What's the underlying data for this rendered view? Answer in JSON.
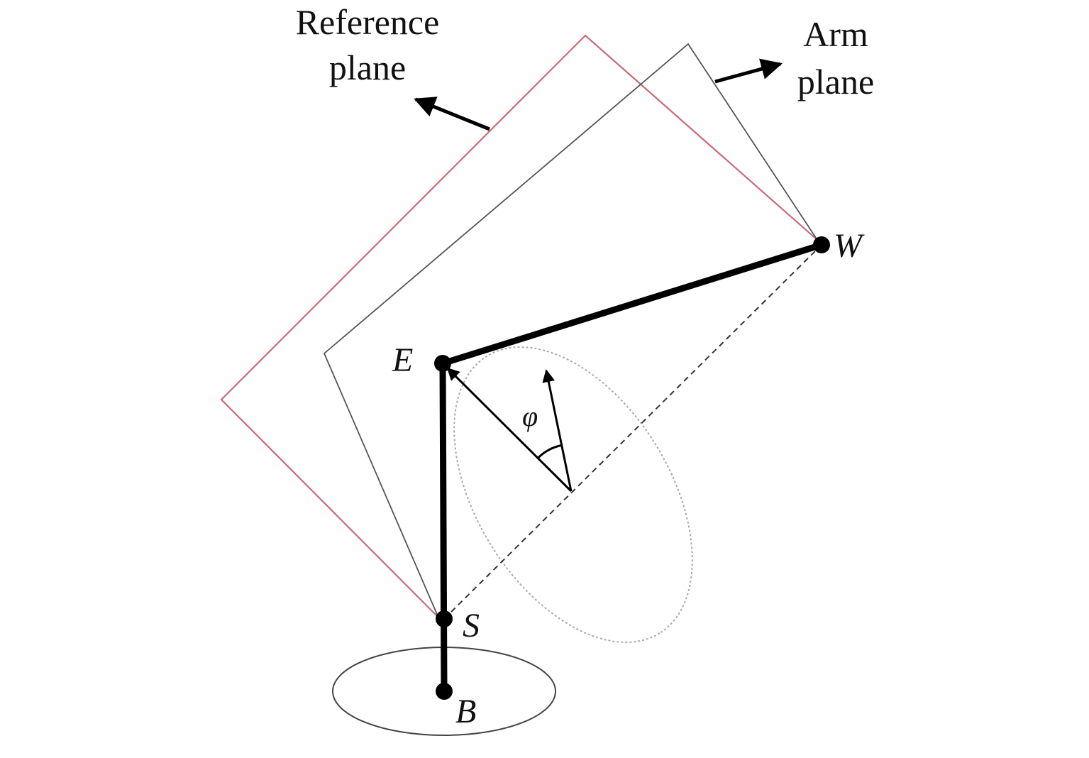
{
  "labels": {
    "reference_plane_line1": "Reference",
    "reference_plane_line2": "plane",
    "arm_plane_line1": "Arm",
    "arm_plane_line2": "plane",
    "point_w": "W",
    "point_e": "E",
    "point_s": "S",
    "point_b": "B",
    "angle_phi": "φ"
  },
  "colors": {
    "reference_plane": "#c96a7a",
    "arm_plane": "#555555",
    "arm_links": "#000000",
    "swivel_circle": "#aaaaaa",
    "base_ellipse": "#444444"
  }
}
